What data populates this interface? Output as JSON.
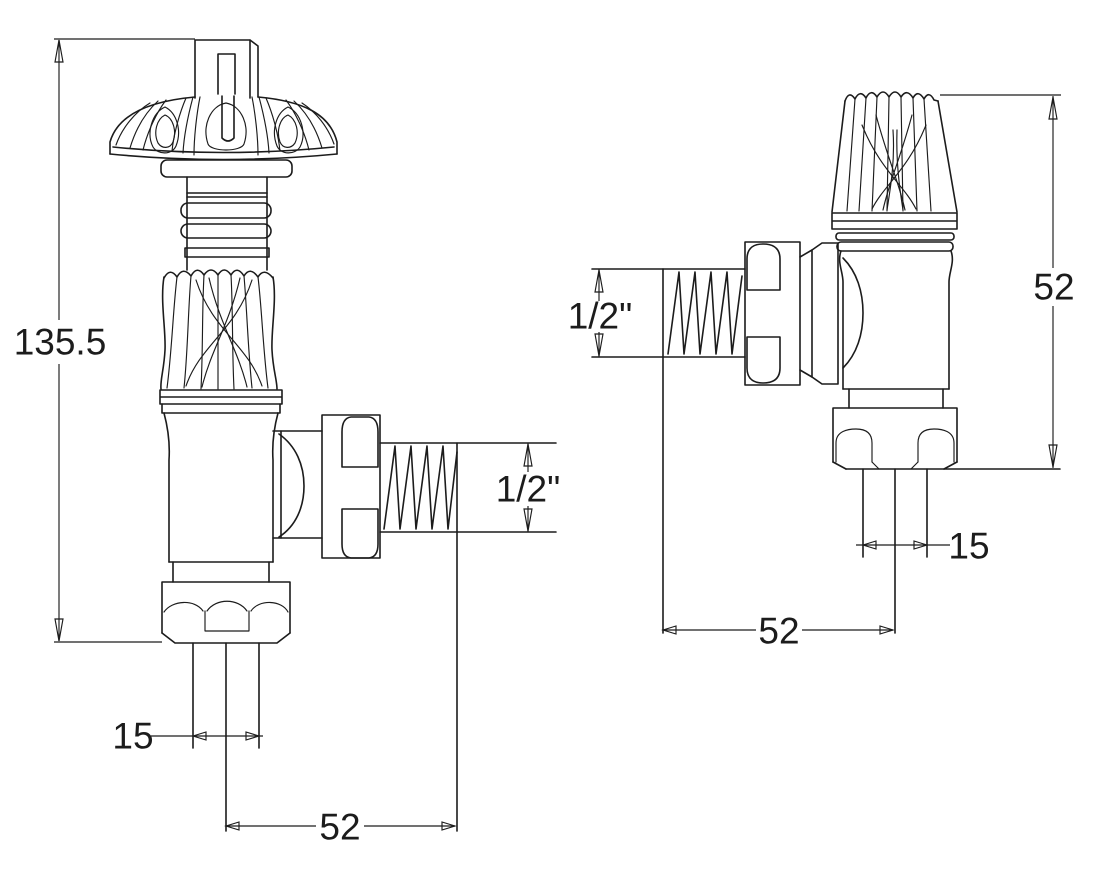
{
  "drawing_type": "radiator valve technical drawing, two views",
  "colors": {
    "line": "#1c1c1c",
    "background": "#ffffff"
  },
  "front_view": {
    "dim_overall_height": "135.5",
    "dim_thread_size": "1/2\"",
    "dim_tail_width": "15",
    "dim_centre_to_thread_end": "52"
  },
  "side_view": {
    "dim_thread_size": "1/2\"",
    "dim_overall_height": "52",
    "dim_tail_width": "15",
    "dim_centre_to_thread_end": "52"
  }
}
